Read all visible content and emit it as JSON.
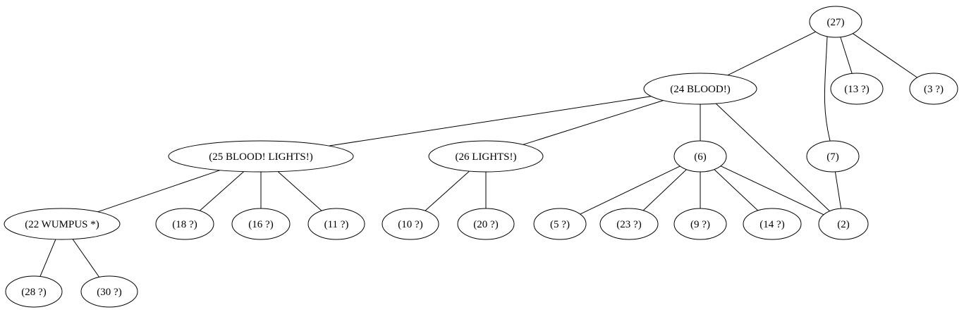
{
  "nodes": {
    "n27": "(27)",
    "n24": "(24 BLOOD!)",
    "n13": "(13 ?)",
    "n3": "(3 ?)",
    "n25": "(25 BLOOD! LIGHTS!)",
    "n26": "(26 LIGHTS!)",
    "n6": "(6)",
    "n7": "(7)",
    "n22": "(22 WUMPUS *)",
    "n18": "(18 ?)",
    "n16": "(16 ?)",
    "n11": "(11 ?)",
    "n10": "(10 ?)",
    "n20": "(20 ?)",
    "n5": "(5 ?)",
    "n23": "(23 ?)",
    "n9": "(9 ?)",
    "n14": "(14 ?)",
    "n2": "(2)",
    "n28": "(28 ?)",
    "n30": "(30 ?)"
  },
  "edges": [
    [
      "n27",
      "n24"
    ],
    [
      "n27",
      "n7"
    ],
    [
      "n27",
      "n13"
    ],
    [
      "n27",
      "n3"
    ],
    [
      "n24",
      "n25"
    ],
    [
      "n24",
      "n26"
    ],
    [
      "n24",
      "n6"
    ],
    [
      "n24",
      "n2"
    ],
    [
      "n25",
      "n22"
    ],
    [
      "n25",
      "n18"
    ],
    [
      "n25",
      "n16"
    ],
    [
      "n25",
      "n11"
    ],
    [
      "n26",
      "n10"
    ],
    [
      "n26",
      "n20"
    ],
    [
      "n6",
      "n5"
    ],
    [
      "n6",
      "n23"
    ],
    [
      "n6",
      "n9"
    ],
    [
      "n6",
      "n14"
    ],
    [
      "n6",
      "n2"
    ],
    [
      "n7",
      "n2"
    ],
    [
      "n22",
      "n28"
    ],
    [
      "n22",
      "n30"
    ]
  ]
}
